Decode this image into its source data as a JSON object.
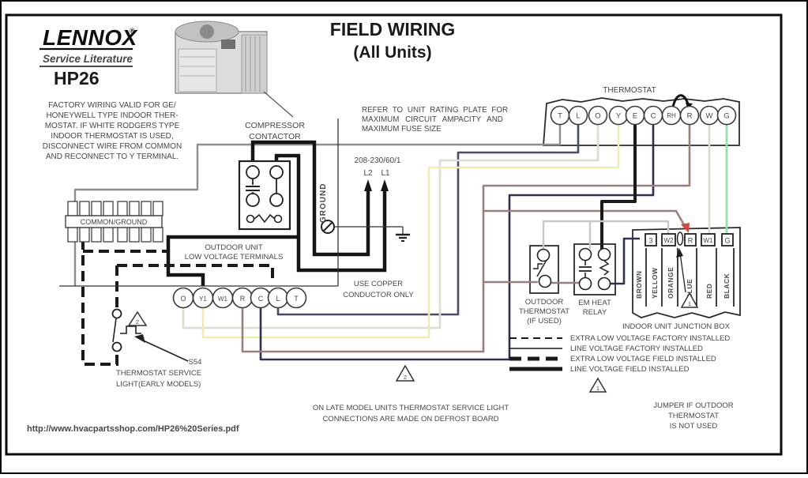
{
  "header": {
    "brand": "LENNOX",
    "reg": "®",
    "sub": "Service Literature",
    "model": "HP26",
    "title_line1": "FIELD WIRING",
    "title_line2": "(All Units)"
  },
  "notes": {
    "factory": [
      "FACTORY WIRING VALID FOR GE/",
      "HONEYWELL TYPE INDOOR THER-",
      "MOSTAT. IF WHITE RODGERS TYPE",
      "INDOOR THERMOSTAT IS USED,",
      "DISCONNECT WIRE FROM COMMON",
      "AND RECONNECT TO  Y TERMINAL."
    ],
    "rating": [
      "REFER TO UNIT RATING PLATE FOR",
      "MAXIMUM  CIRCUIT  AMPACITY  AND",
      "MAXIMUM FUSE SIZE"
    ],
    "copper": [
      "USE COPPER",
      "CONDUCTOR ONLY"
    ],
    "defrost": [
      "ON LATE MODEL UNITS THERMOSTAT SERVICE  LIGHT",
      "CONNECTIONS ARE MADE ON DEFROST BOARD"
    ],
    "jumper": [
      "JUMPER IF OUTDOOR",
      "THERMOSTAT",
      "IS NOT USED"
    ]
  },
  "power": {
    "rating": "208-230/60/1",
    "l2": "L2",
    "l1": "L1",
    "ground": "GROUND"
  },
  "thermostat": {
    "label": "THERMOSTAT",
    "terminals": [
      "T",
      "L",
      "O",
      "Y",
      "E",
      "C",
      "RH",
      "R",
      "W",
      "G"
    ]
  },
  "contactor": {
    "label": [
      "COMPRESSOR",
      "CONTACTOR"
    ]
  },
  "common_ground": {
    "label": "COMMON/GROUND"
  },
  "outdoor_terminals": {
    "label": [
      "OUTDOOR UNIT",
      "LOW VOLTAGE TERMINALS"
    ],
    "terminals": [
      "O",
      "Y1",
      "W1",
      "R",
      "C",
      "L",
      "T"
    ]
  },
  "s54": {
    "label": [
      "S54",
      "THERMOSTAT SERVICE",
      "LIGHT(EARLY MODELS)"
    ]
  },
  "outdoor_thermostat": {
    "label": [
      "OUTDOOR",
      "THERMOSTAT",
      "(IF USED)"
    ]
  },
  "em_heat_relay": {
    "label": [
      "EM HEAT",
      "RELAY"
    ]
  },
  "junction_box": {
    "label": "INDOOR UNIT JUNCTION BOX",
    "terminals": [
      "3",
      "W2",
      "R",
      "W1",
      "G"
    ],
    "wire_labels": [
      "BROWN",
      "YELLOW",
      "ORANGE",
      "BLUE",
      "RED",
      "BLACK"
    ]
  },
  "legend": [
    {
      "style": "dashed-thin",
      "label": "EXTRA LOW VOLTAGE FACTORY INSTALLED"
    },
    {
      "style": "solid-thin",
      "label": "LINE VOLTAGE FACTORY INSTALLED"
    },
    {
      "style": "dashed-thick",
      "label": "EXTRA LOW VOLTAGE FIELD INSTALLED"
    },
    {
      "style": "solid-thick",
      "label": "LINE VOLTAGE FIELD INSTALLED"
    }
  ],
  "triangles": {
    "t1": "1",
    "t2": "2"
  },
  "footer": {
    "url": "http://www.hvacpartsshop.com/HP26%20Series.pdf"
  },
  "colors": {
    "ink": "#2b2b2b",
    "wire_gray": "#8e8e8e",
    "wire_slate": "#4a4c66",
    "wire_white": "#dedbd0",
    "wire_yellow": "#f2ecb4",
    "wire_black": "#1b1b1b",
    "wire_navy": "#2e3150",
    "wire_brown": "#9b7f7b",
    "wire_green": "#8fdfa8",
    "wire_lightgray": "#c6cac6",
    "arrow_red": "#cc4840"
  }
}
